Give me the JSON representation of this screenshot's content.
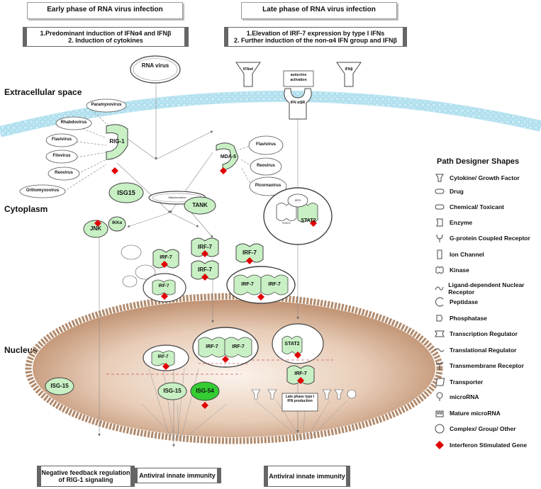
{
  "headers": {
    "early": "Early phase of RNA virus infection",
    "late": "Late phase of RNA virus infection"
  },
  "early_box": {
    "line1": "1.Predominant induction of IFNα4 and IFNβ",
    "line2": "2. Induction of cytokines"
  },
  "late_box": {
    "line1": "1.Elevation of IRF-7 expression by type I IFNs",
    "line2": "2. Further induction of the non-α4 IFN group and IFNβ"
  },
  "regions": {
    "extracellular": "Extracellular space",
    "cytoplasm": "Cytoplasm",
    "nucleus": "Nucleus"
  },
  "nodes": {
    "rna_virus": "RNA virus",
    "ifna4": "IFNα4",
    "ifnb": "IFNβ",
    "autocrine": "autocrine activation",
    "ifnar": "IFN α/βR",
    "paramyxovirus": "Paramyxovirus",
    "rhabdovirus": "Rhabdovirus",
    "flavivirus_left": "Flavivirus",
    "filovirus": "Filovirus",
    "reovirus_left": "Reovirus",
    "orthomyxovirus": "Orthomyxovirus",
    "rigi": "RIG-1",
    "mda5": "MDA-5",
    "flavivirus_right": "Flavivirus",
    "reovirus_right": "Reovirus",
    "picornavirus": "Picornavirus",
    "isg15_cyto": "ISG15",
    "mitochondrion": "Mitochondrion",
    "tank": "TANK",
    "jnk": "JNK",
    "ikka": "IKKα",
    "stat2_cyto": "STAT2",
    "stat1": "STAT1",
    "irf9": "IRF9",
    "irf7": "IRF-7",
    "stat2_nuc": "STAT2",
    "isg15_a": "ISG-15",
    "isg15_b": "ISG-15",
    "isg54": "ISG-54",
    "late_prod": "Late phase type I IFN production"
  },
  "outcomes": {
    "neg_feedback": "Negative feedback regulation of RIG-1 signaling",
    "antiviral1": "Antiviral innate immunity",
    "antiviral2": "Antiviral innate immunity"
  },
  "legend": {
    "title": "Path Designer Shapes",
    "items": [
      "Cytokine/ Growth Factor",
      "Drug",
      "Chemical/ Toxicant",
      "Enzyme",
      "G-protein Coupled Receptor",
      "Ion Channel",
      "Kinase",
      "Ligand-dependent Nuclear Receptor",
      "Peptidase",
      "Phosphatase",
      "Transcription Regulator",
      "Translational Regulator",
      "Transmembrane Receptor",
      "Transporter",
      "microRNA",
      "Mature microRNA",
      "Complex/ Group/ Other",
      "Interferon Stimulated Gene"
    ]
  },
  "colors": {
    "node_green": "#c8f0c4",
    "isg54_green": "#33cc33",
    "isg_marker": "#e00000",
    "membrane": "#9fd7ea",
    "nucleus": "#c79b7a"
  }
}
